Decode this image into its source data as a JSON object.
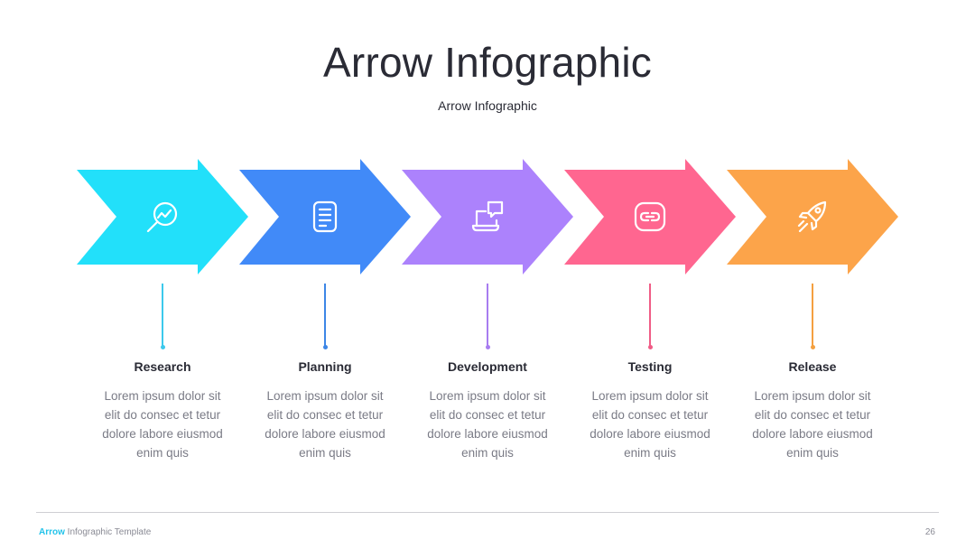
{
  "header": {
    "title": "Arrow Infographic",
    "subtitle": "Arrow Infographic"
  },
  "steps": [
    {
      "label": "Research",
      "color": "#22e0fa",
      "stem_color": "#3cc9ec",
      "icon": "magnifier-chart-icon",
      "lines": [
        "Lorem ipsum dolor sit",
        "elit do consec et tetur",
        "dolore labore eiusmod",
        "enim quis"
      ]
    },
    {
      "label": "Planning",
      "color": "#418af8",
      "stem_color": "#3d86e6",
      "icon": "document-icon",
      "lines": [
        "Lorem ipsum dolor sit",
        "elit do consec et tetur",
        "dolore labore eiusmod",
        "enim quis"
      ]
    },
    {
      "label": "Development",
      "color": "#ac82fc",
      "stem_color": "#a87cf0",
      "icon": "laptop-chat-icon",
      "lines": [
        "Lorem ipsum dolor sit",
        "elit do consec et tetur",
        "dolore labore eiusmod",
        "enim quis"
      ]
    },
    {
      "label": "Testing",
      "color": "#ff6690",
      "stem_color": "#f05c86",
      "icon": "link-icon",
      "lines": [
        "Lorem ipsum dolor sit",
        "elit do consec et tetur",
        "dolore labore eiusmod",
        "enim quis"
      ]
    },
    {
      "label": "Release",
      "color": "#fca44a",
      "stem_color": "#f4a040",
      "icon": "rocket-icon",
      "lines": [
        "Lorem ipsum dolor sit",
        "elit do consec et tetur",
        "dolore labore eiusmod",
        "enim quis"
      ]
    }
  ],
  "footer": {
    "brand": "Arrow",
    "text": " Infographic Template",
    "page": "26"
  }
}
